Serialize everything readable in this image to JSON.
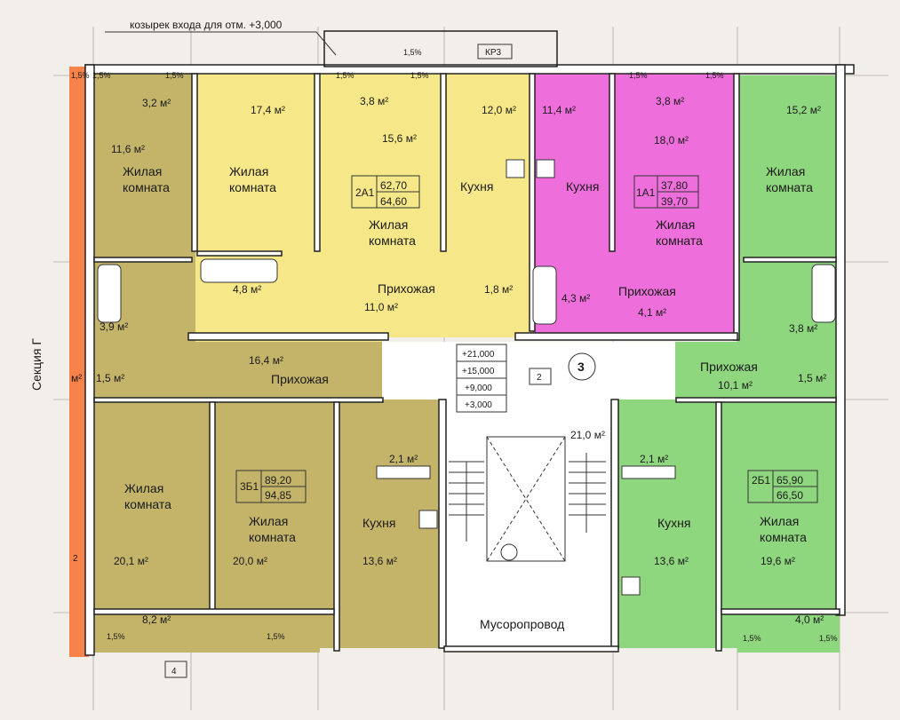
{
  "colors": {
    "olive": "#c4b46a",
    "yellow": "#f6e888",
    "magenta": "#ee6fdb",
    "green": "#8fd77e",
    "orange": "#f7824a",
    "stair": "#ffffff"
  },
  "header": {
    "canopy": "козырек входа для отм. +3,000",
    "kr3": "КР3"
  },
  "section_label": "Секция Г",
  "stair": {
    "levels": [
      "+21,000",
      "+15,000",
      "+9,000",
      "+3,000"
    ],
    "box2": "2",
    "circle3": "3",
    "area": "21,0 м²",
    "chute": "Мусоропровод"
  },
  "labels": {
    "living": "Жилая комната",
    "kitchen": "Кухня",
    "hall": "Прихожая",
    "slope": "1,5%",
    "box4": "4"
  },
  "apartments": [
    {
      "code": "2А1",
      "area1": "62,70",
      "area2": "64,60"
    },
    {
      "code": "1А1",
      "area1": "37,80",
      "area2": "39,70"
    },
    {
      "code": "3Б1",
      "area1": "89,20",
      "area2": "94,85"
    },
    {
      "code": "2Б1",
      "area1": "65,90",
      "area2": "66,50"
    }
  ],
  "areas": {
    "olive_balcony_top": "3,2 м²",
    "olive_room_top": "11,6 м²",
    "olive_bath": "3,9 м²",
    "olive_wc": "1,5 м²",
    "olive_hall": "16,4 м²",
    "olive_room_bl": "20,1 м²",
    "olive_room_bm": "20,0 м²",
    "olive_kitchen": "13,6 м²",
    "olive_wc2": "2,1 м²",
    "olive_balcony_bottom": "8,2 м²",
    "edge1": "м²",
    "edge2": "2",
    "yellow_room1": "17,4 м²",
    "yellow_balcony": "3,8 м²",
    "yellow_room2": "15,6 м²",
    "yellow_kitchen": "12,0 м²",
    "yellow_bath": "4,8 м²",
    "yellow_hall": "11,0 м²",
    "yellow_wc": "1,8 м²",
    "pink_kitchen": "11,4 м²",
    "pink_balcony": "3,8 м²",
    "pink_room": "18,0 м²",
    "pink_bath": "4,3 м²",
    "pink_hall": "4,1 м²",
    "green_room_top": "15,2 м²",
    "green_bath": "3,8 м²",
    "green_wc": "1,5 м²",
    "green_hall": "10,1 м²",
    "green_wc2": "2,1 м²",
    "green_kitchen": "13,6 м²",
    "green_room": "19,6 м²",
    "green_balcony": "4,0 м²"
  }
}
